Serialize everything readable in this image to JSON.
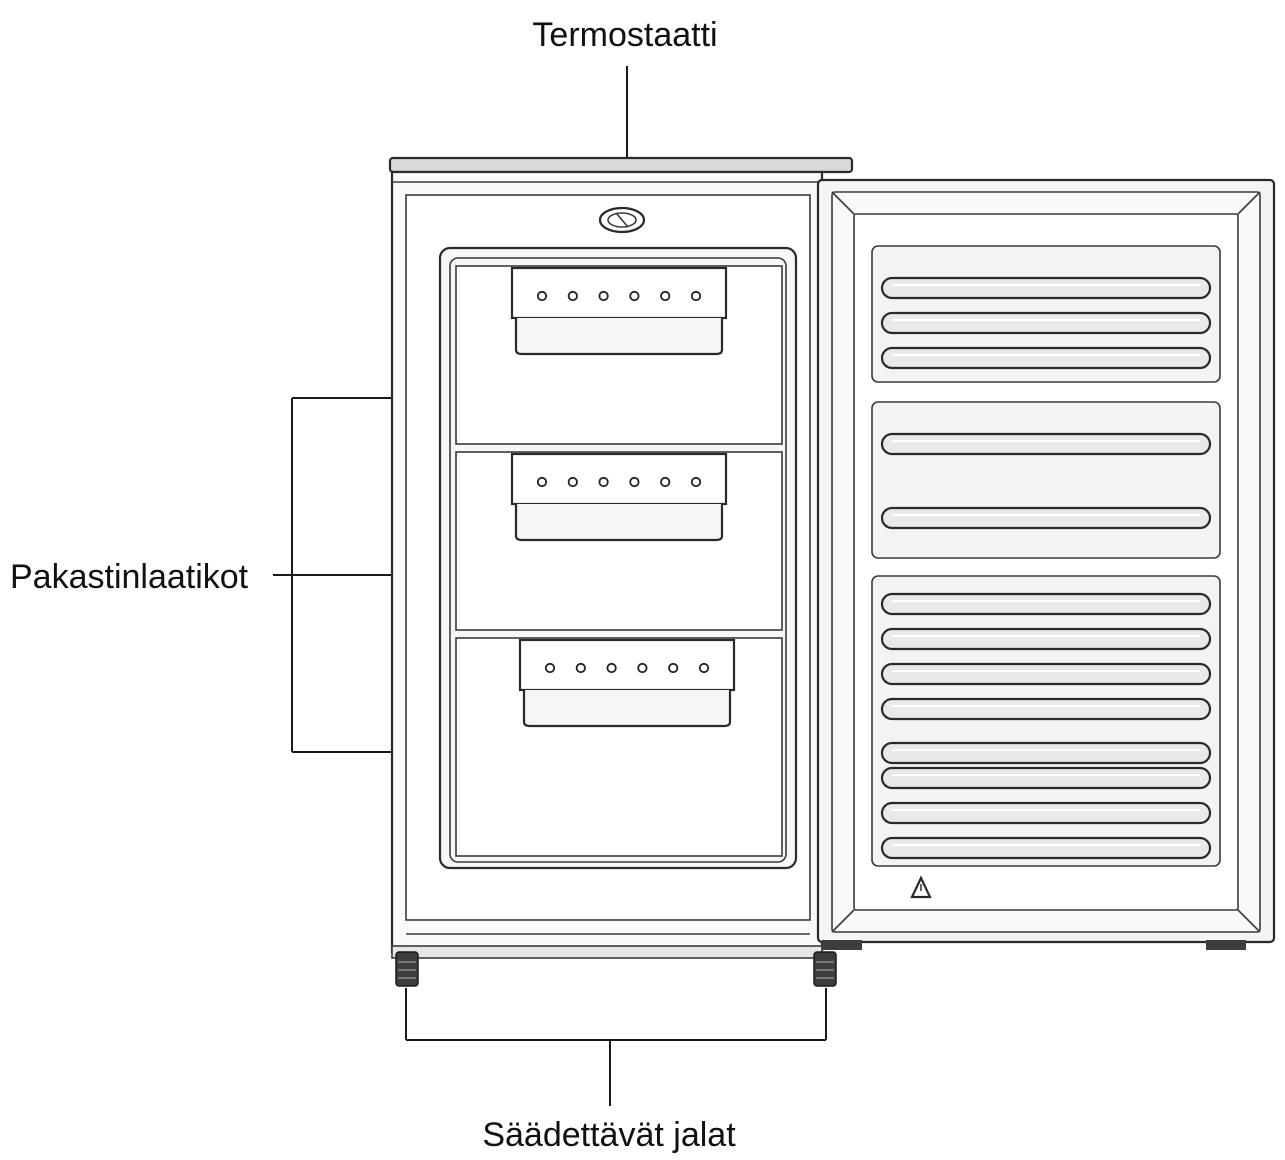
{
  "labels": {
    "thermostat": "Termostaatti",
    "drawers": "Pakastinlaatikot",
    "feet": "Säädettävät jalat"
  },
  "drawers": [
    {
      "name": "drawer-top",
      "holes": 6
    },
    {
      "name": "drawer-middle",
      "holes": 6
    },
    {
      "name": "drawer-bottom",
      "holes": 6
    }
  ],
  "door": {
    "shelf_bars": 13
  },
  "colors": {
    "line": "#1a1a1a",
    "panel": "#f1f1f1",
    "background": "#ffffff"
  }
}
